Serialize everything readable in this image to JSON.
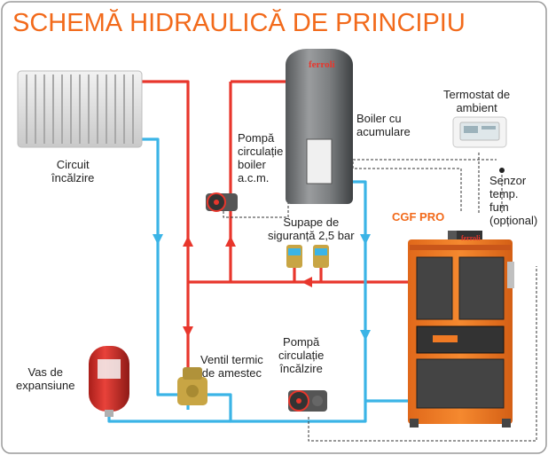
{
  "title": "SCHEMĂ HIDRAULICĂ DE PRINCIPIU",
  "labels": {
    "heating_circuit": [
      "Circuit",
      "încălzire"
    ],
    "boiler_pump": [
      "Pompă",
      "circulație",
      "boiler",
      "a.c.m."
    ],
    "storage_boiler": [
      "Boiler cu",
      "acumulare"
    ],
    "thermostat": [
      "Termostat de",
      "ambient"
    ],
    "safety_valves": [
      "Supape de",
      "siguranță 2,5 bar"
    ],
    "boiler_model": "CGF PRO",
    "flue_sensor": [
      "Senzor",
      "temp.",
      "fum",
      "(opțional)"
    ],
    "expansion_vessel": [
      "Vas de",
      "expansiune"
    ],
    "mixing_valve": [
      "Ventil termic",
      "de amestec"
    ],
    "heating_pump": [
      "Pompă",
      "circulație",
      "încălzire"
    ]
  },
  "brand_on_tank": "ferroli",
  "brand_on_boiler": "ferroli",
  "colors": {
    "title": "#f26a1b",
    "hot_pipe": "#e8362c",
    "cold_pipe": "#3bb4e6",
    "boiler_body": "#f07a24",
    "tank": "#7d8082",
    "vessel": "#d9302a",
    "frame": "#9a9a9a"
  }
}
